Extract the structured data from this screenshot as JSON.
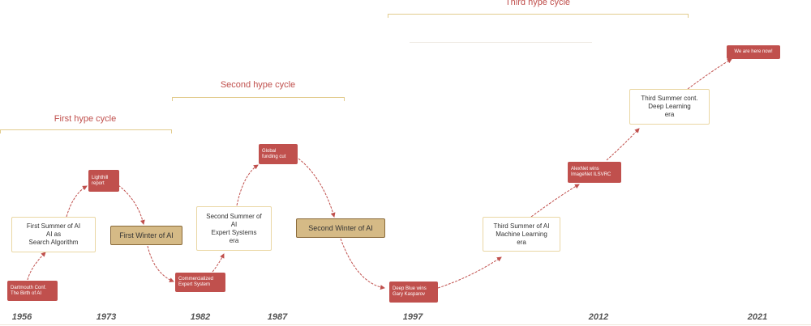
{
  "cycles": [
    {
      "label": "First hype cycle"
    },
    {
      "label": "Second hype cycle"
    },
    {
      "label": "Third hype cycle"
    }
  ],
  "nodes": {
    "dartmouth": "Dartmouth Conf.\nThe Birth of AI",
    "first_summer": "First Summer of AI\nAI as\nSearch Algorithm",
    "lighthill": "Lighthill\nreport",
    "first_winter": "First Winter of AI",
    "commercialized": "Commercialized\nExpert System",
    "second_summer": "Second Summer of\nAI\nExpert Systems\nera",
    "global_funding": "Global\nfunding cut",
    "second_winter": "Second Winter of AI",
    "deep_blue": "Deep Blue wins\nGary Kasparov",
    "third_summer": "Third Summer of AI\nMachine Learning\nera",
    "alexnet": "AlexNet wins\nImageNet ILSVRC",
    "third_summer_cont": "Third Summer cont.\nDeep Learning\nera",
    "we_are_here": "We are here now!"
  },
  "years": [
    "1956",
    "1973",
    "1982",
    "1987",
    "1997",
    "2012",
    "2021"
  ],
  "colors": {
    "accent_red": "#c0504d",
    "bracket_gold": "#e2cc8e",
    "winter_fill": "#d5ba86",
    "winter_border": "#8a6a3a"
  }
}
